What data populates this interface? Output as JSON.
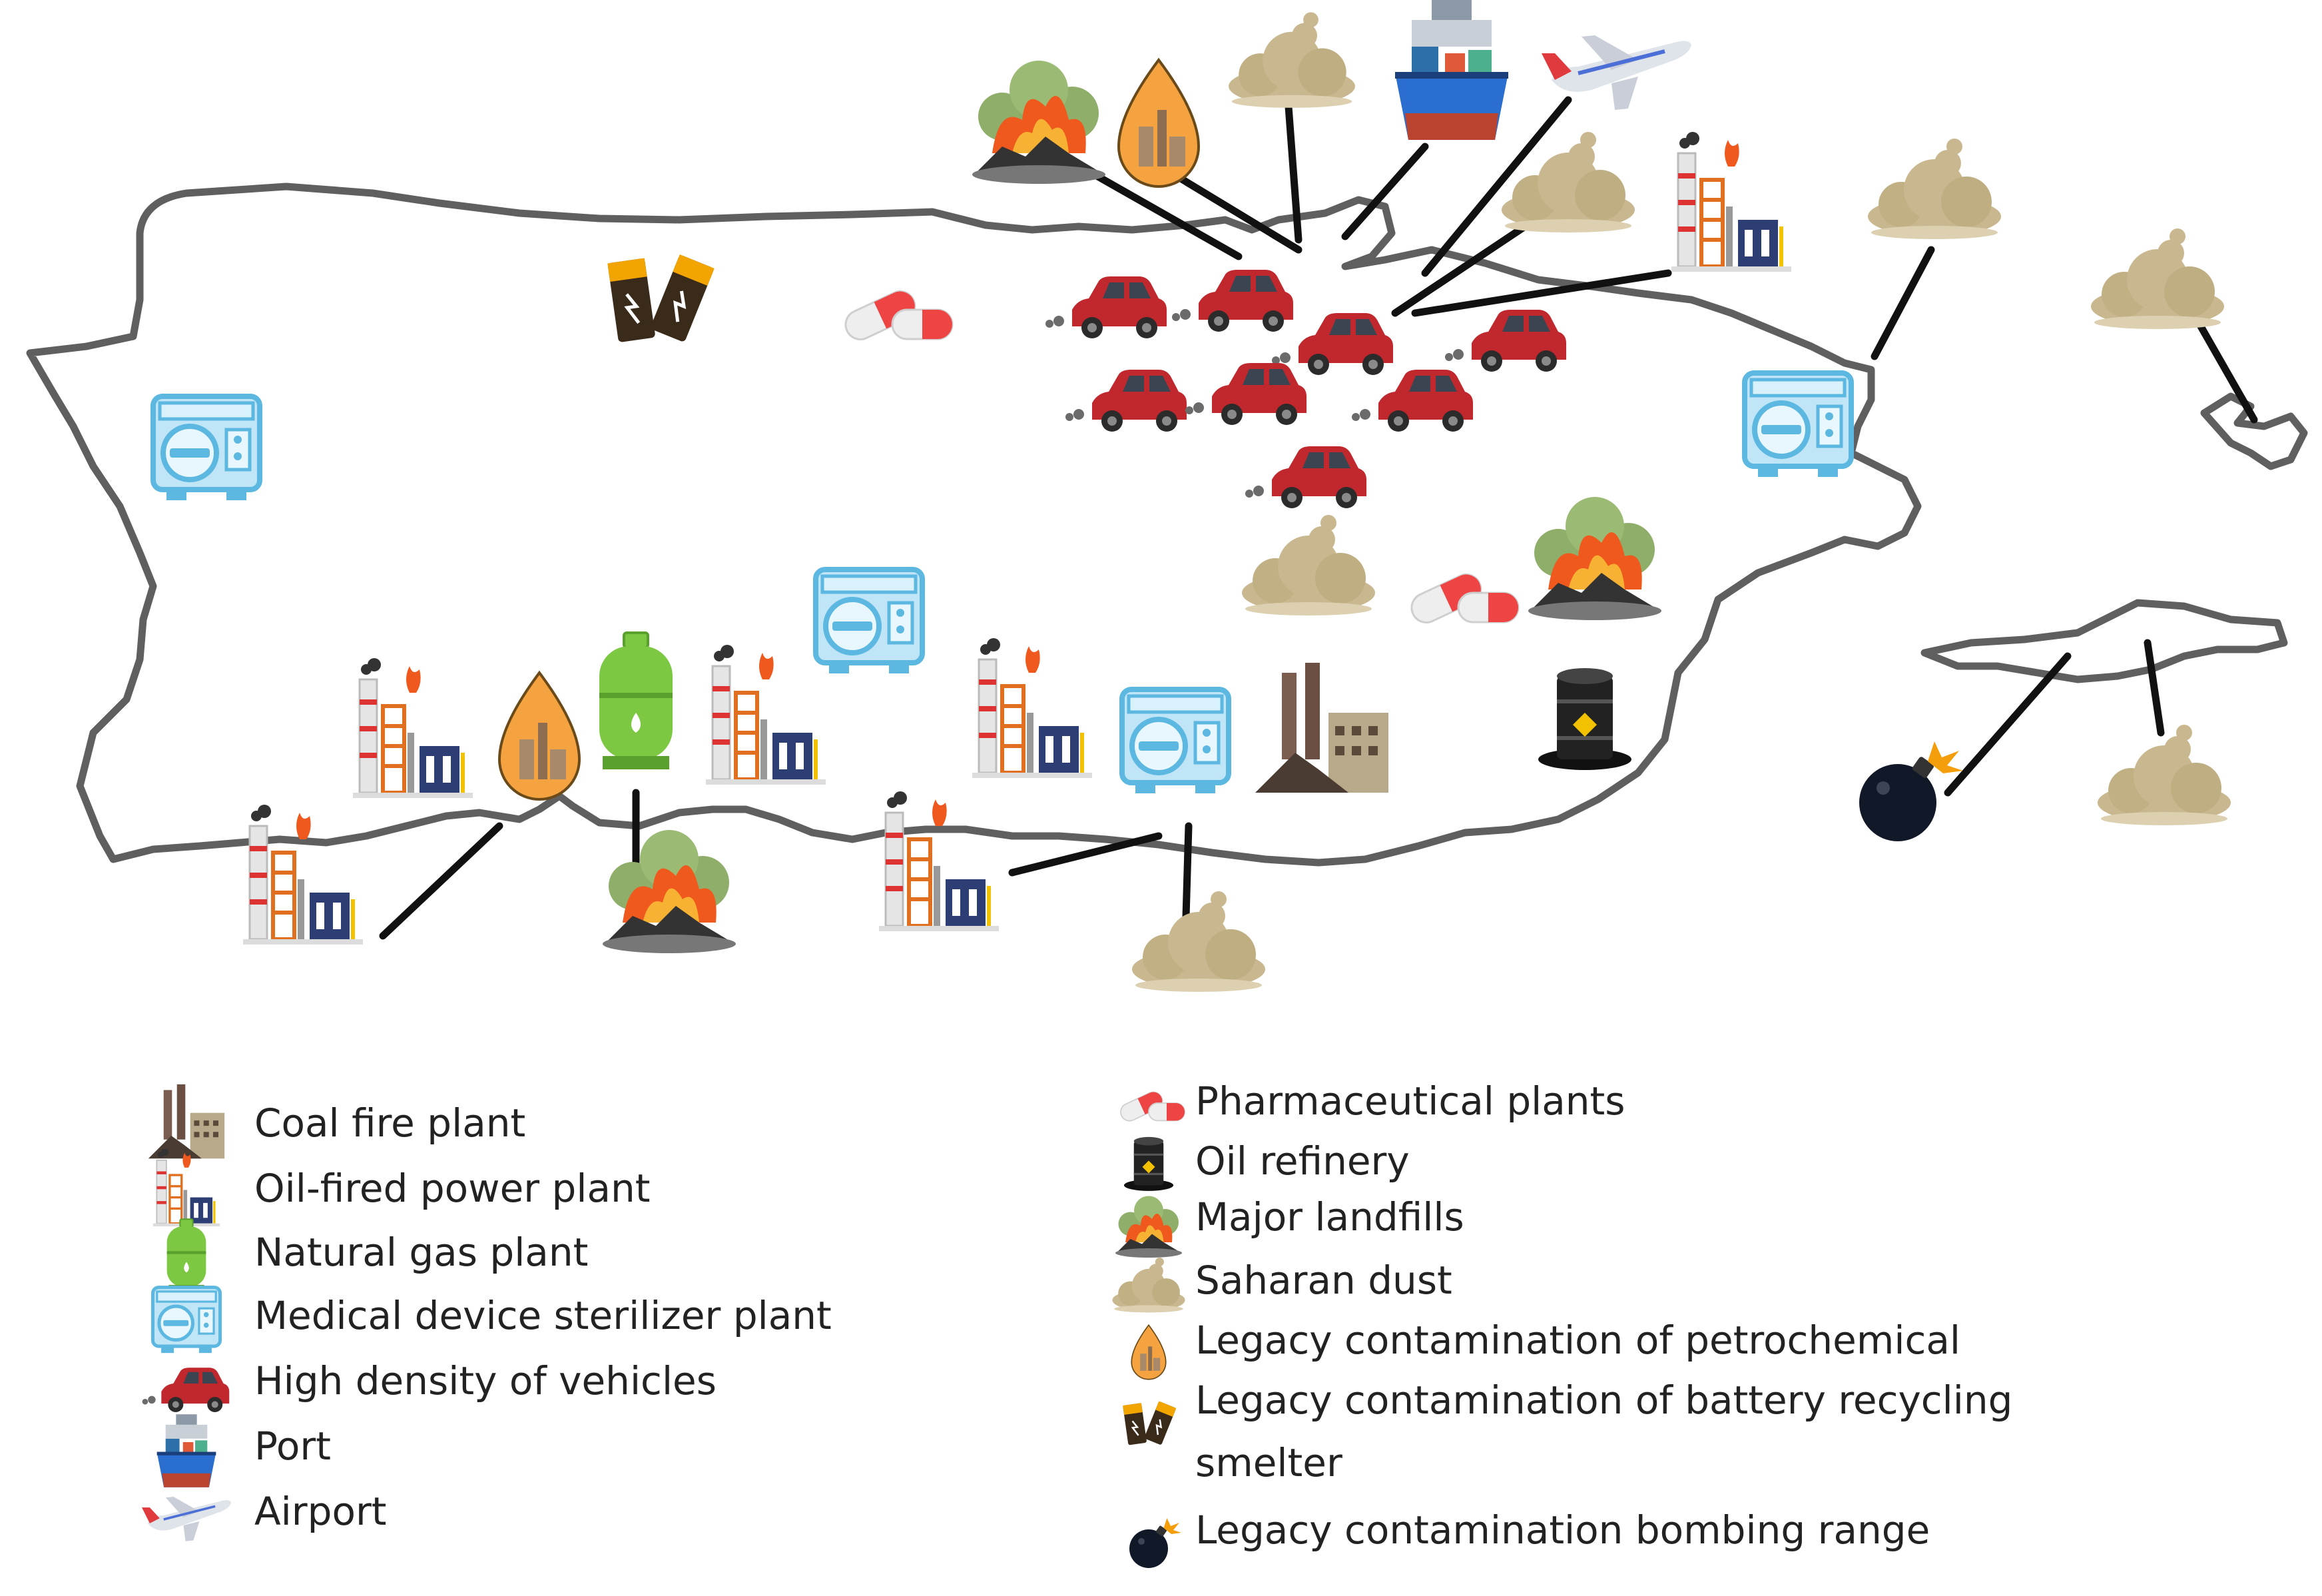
{
  "legend": {
    "coal": "Coal fire plant",
    "oil_power": "Oil-fired power plant",
    "natural_gas": "Natural gas plant",
    "sterilizer": "Medical device sterilizer plant",
    "vehicles": "High density of vehicles",
    "port": "Port",
    "airport": "Airport",
    "pharma": "Pharmaceutical plants",
    "refinery": "Oil refinery",
    "landfill": "Major landfills",
    "dust": "Saharan dust",
    "petrochem": "Legacy contamination of petrochemical",
    "battery_line1": "Legacy contamination of battery recycling",
    "battery_line2": "smelter",
    "bombing": "Legacy contamination bombing range"
  },
  "colors": {
    "coast": "#5f5f5f",
    "leader": "#111111",
    "car": "#c0282d",
    "dust": "#c9b88f",
    "fire": "#f0591e",
    "sterilizer": "#5cb8e0",
    "gas": "#7cc842",
    "pill_red": "#ee4444",
    "bomb": "#111827"
  },
  "icons": [
    "coal-plant-icon",
    "oil-power-plant-icon",
    "natural-gas-icon",
    "sterilizer-icon",
    "car-icon",
    "port-ship-icon",
    "airplane-icon",
    "pill-icon",
    "oil-barrel-icon",
    "landfill-fire-icon",
    "dust-cloud-icon",
    "oil-drop-icon",
    "battery-icon",
    "bomb-icon"
  ]
}
